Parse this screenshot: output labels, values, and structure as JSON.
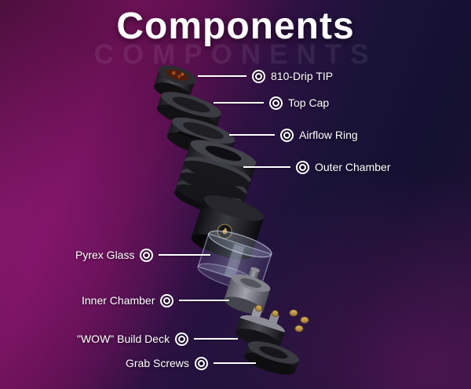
{
  "title": "Components",
  "watermark": "COMPONENTS",
  "colors": {
    "background_magenta": "#7a1468",
    "background_navy": "#161233",
    "label_text": "#ffffff",
    "callout_line": "#ffffff",
    "screw_gold": "#c9a24b",
    "drip_tip_resin": "#7a3214"
  },
  "callouts": [
    {
      "text": "810-Drip TIP",
      "side": "right"
    },
    {
      "text": "Top Cap",
      "side": "right"
    },
    {
      "text": "Airflow Ring",
      "side": "right"
    },
    {
      "text": "Outer Chamber",
      "side": "right"
    },
    {
      "text": "Pyrex Glass",
      "side": "left"
    },
    {
      "text": "Inner Chamber",
      "side": "left"
    },
    {
      "text": "\"WOW\" Build Deck",
      "side": "left"
    },
    {
      "text": "Grab Screws",
      "side": "left"
    }
  ],
  "device": {
    "parts": [
      "drip-tip",
      "top-cap",
      "airflow-ring",
      "outer-chamber",
      "tank-body",
      "pyrex-glass",
      "inner-chamber",
      "build-deck",
      "grab-screws",
      "base"
    ]
  }
}
